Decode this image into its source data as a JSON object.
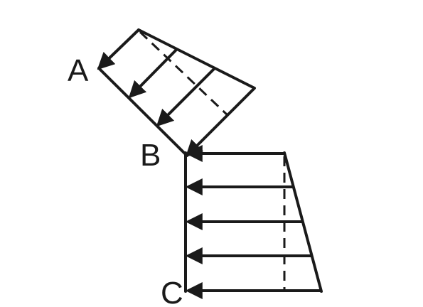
{
  "labels": {
    "a": "A",
    "b": "B",
    "c": "C"
  },
  "colors": {
    "stroke": "#1a1a1a",
    "background": "#ffffff"
  }
}
